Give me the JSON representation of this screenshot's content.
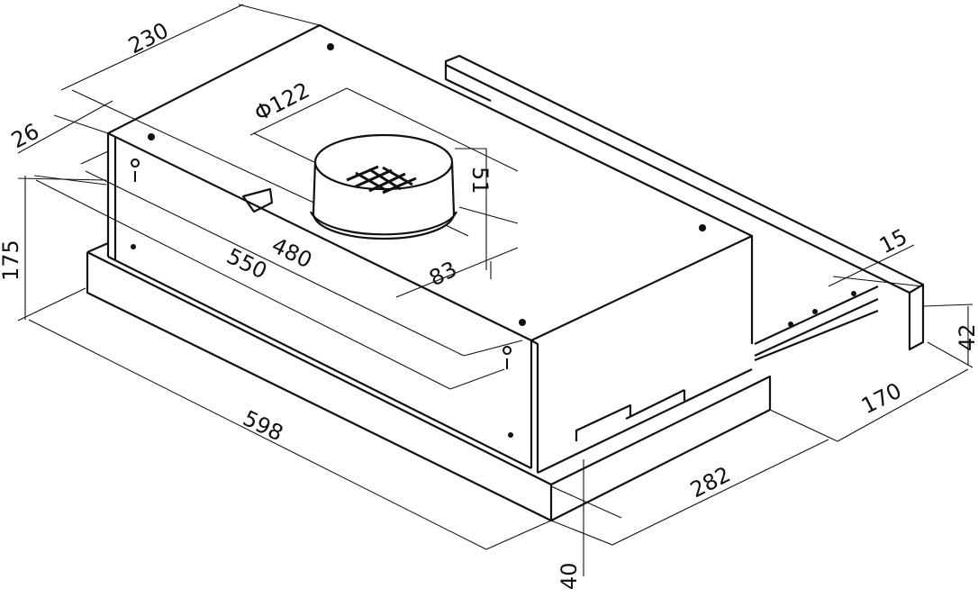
{
  "drawing": {
    "colors": {
      "line": "#111111",
      "background": "#ffffff"
    },
    "dimensions": {
      "depth_top": "230",
      "front_offset": "26",
      "duct_diameter": "Φ122",
      "duct_height": "51",
      "body_width_inner": "480",
      "body_width": "550",
      "duct_offset": "83",
      "total_height": "175",
      "rail_thickness": "15",
      "rail_height": "42",
      "extension": "170",
      "total_width": "598",
      "depth_bottom": "282",
      "visor_height": "40"
    }
  }
}
